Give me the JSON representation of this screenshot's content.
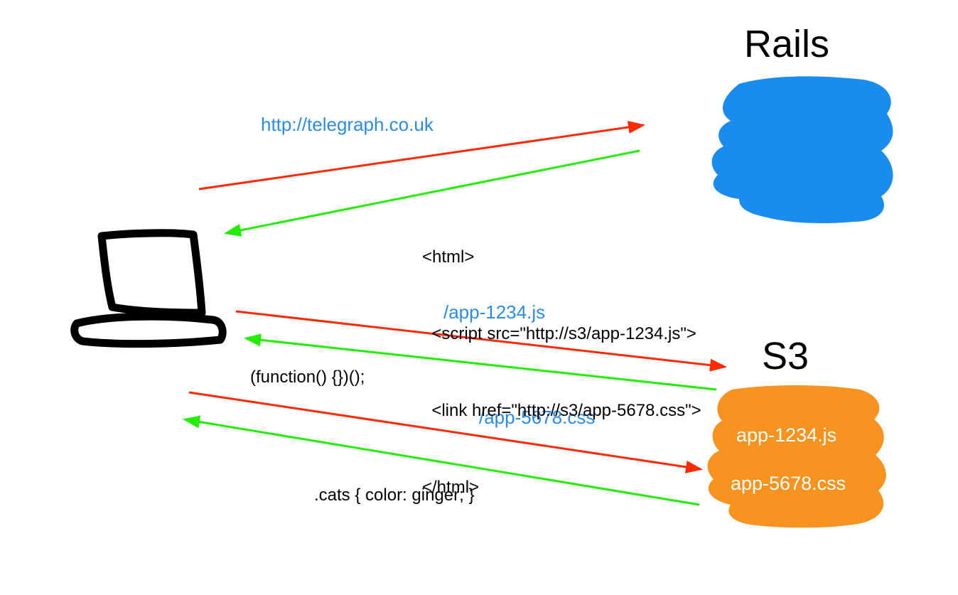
{
  "servers": {
    "rails": {
      "title": "Rails",
      "color": "#1a8cf0"
    },
    "s3": {
      "title": "S3",
      "color": "#f7931e",
      "files": [
        "app-1234.js",
        "app-5678.css"
      ]
    }
  },
  "requests": {
    "page_url": "http://telegraph.co.uk",
    "js_request": "/app-1234.js",
    "css_request": "/app-5678.css"
  },
  "responses": {
    "html_lines": [
      "<html>",
      "  <script src=\"http://s3/app-1234.js\">",
      "  <link href=\"http://s3/app-5678.css\">",
      "</html>"
    ],
    "js_body": "(function() {})();",
    "css_body": ".cats { color: ginger; }"
  },
  "colors": {
    "request_arrow": "#ff2a00",
    "response_arrow": "#22ee00",
    "url_text": "#2b8ce6",
    "laptop": "#000000"
  },
  "icons": {
    "client": "laptop-icon",
    "rails_cloud": "rails-cloud-icon",
    "s3_cloud": "s3-cloud-icon"
  }
}
